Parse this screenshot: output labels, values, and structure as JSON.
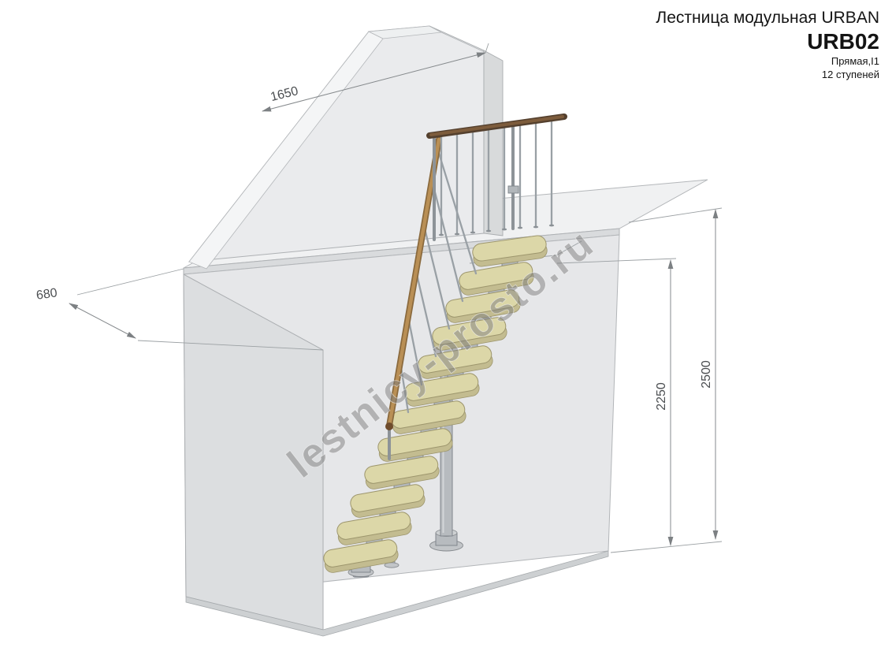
{
  "title": {
    "product": "Лестница модульная URBAN",
    "model": "URB02",
    "type": "Прямая,I1",
    "steps": "12 ступеней"
  },
  "watermark": "lestnicy-prosto.ru",
  "dimensions": {
    "wall_top": "1650",
    "landing_depth": "680",
    "room_height": "2500",
    "stair_height": "2250"
  },
  "colors": {
    "tread": "#dcd7a8",
    "metal": "#b7bbbf",
    "handrail_dark": "#54402e",
    "handrail_light": "#b98f55",
    "wall": "#eaebed",
    "dimension_line": "#85898c"
  }
}
